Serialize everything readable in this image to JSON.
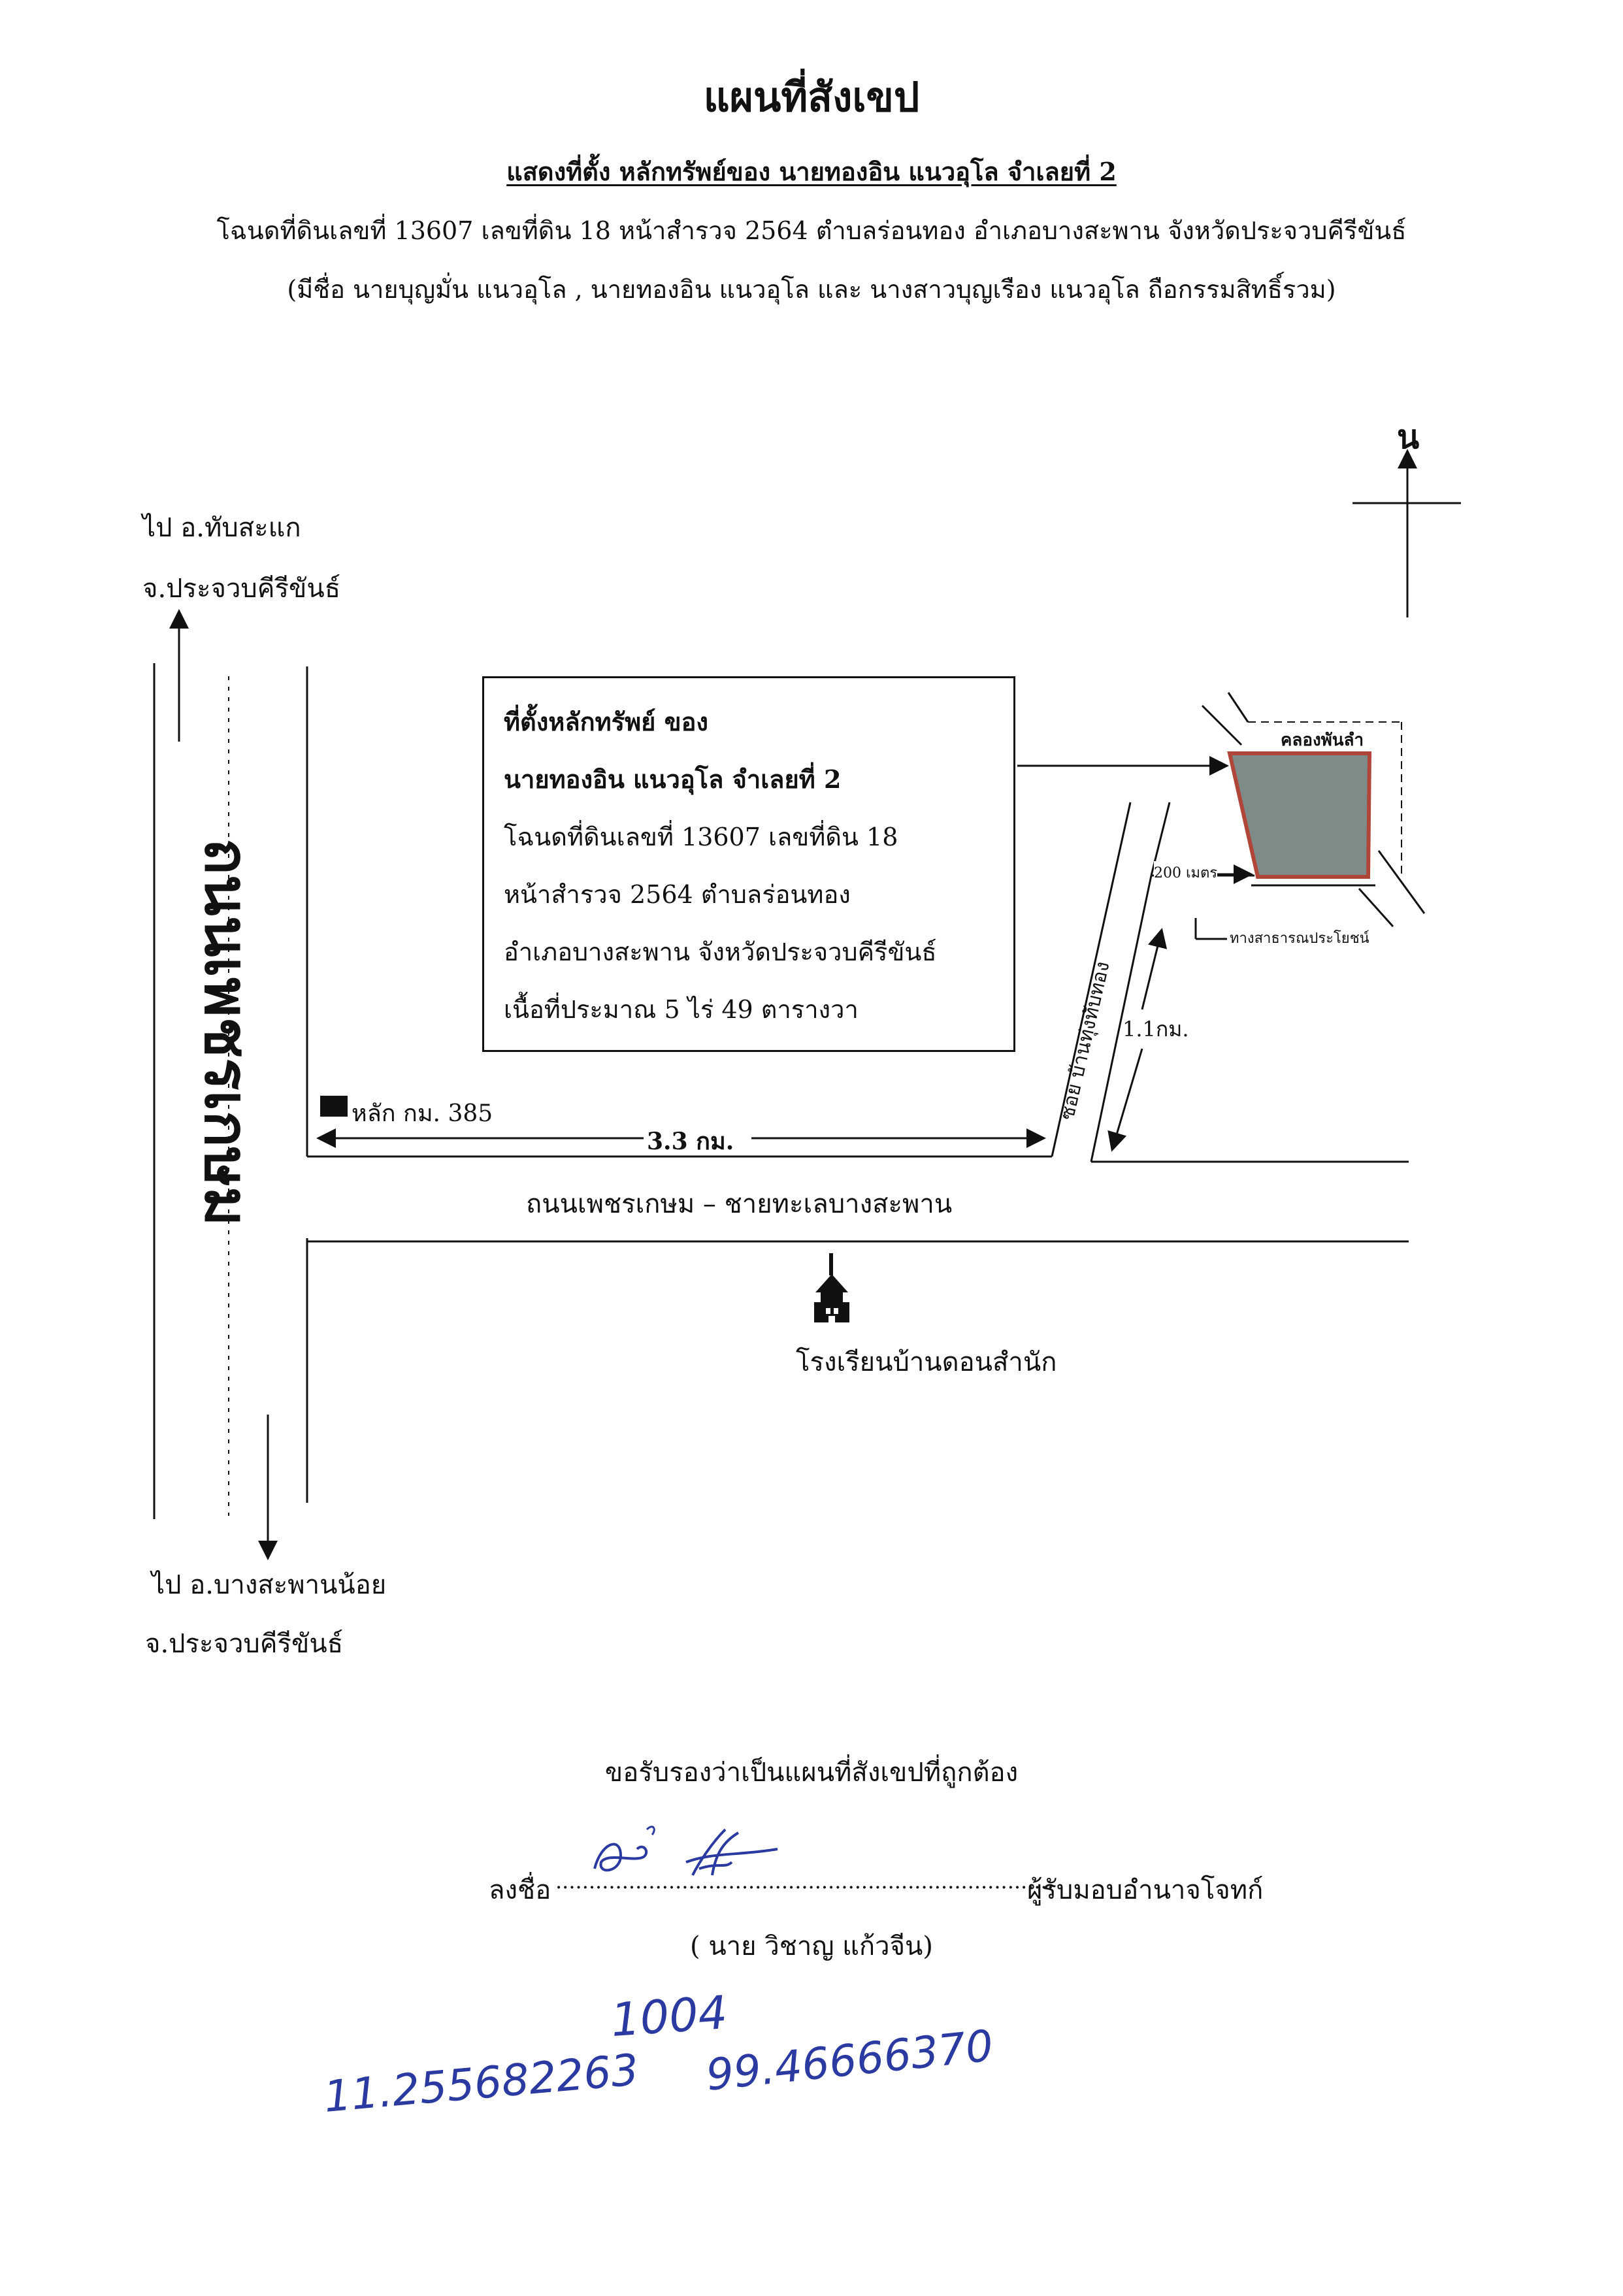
{
  "header": {
    "title": "แผนที่สังเขป",
    "subtitle": "แสดงที่ตั้ง  หลักทรัพย์ของ  นายทองอิน  แนวอุโล  จำเลยที่ 2",
    "deed_line": "โฉนดที่ดินเลขที่ 13607  เลขที่ดิน 18 หน้าสำรวจ 2564 ตำบลร่อนทอง  อำเภอบางสะพาน  จังหวัดประจวบคีรีขันธ์",
    "owners_line": "(มีชื่อ นายบุญมั่น แนวอุโล , นายทองอิน แนวอุโล และ นางสาวบุญเรือง แนวอุโล ถือกรรมสิทธิ์รวม)"
  },
  "map": {
    "north_label": "น",
    "to_north_1": "ไป อ.ทับสะแก",
    "to_north_2": "จ.ประจวบคีรีขันธ์",
    "to_south_1": "ไป อ.บางสะพานน้อย",
    "to_south_2": "จ.ประจวบคีรีขันธ์",
    "highway_name": "ถนนเพชรเกษม",
    "main_road_name": "ถนนเพชรเกษม – ชายทะเลบางสะพาน",
    "km_marker": "หลัก กม. 385",
    "distance_main": "3.3 กม.",
    "soi_name": "ซอย บ้านทุ่งทับทอง",
    "distance_soi": "1.1กม.",
    "canal_label": "คลองพันลำ",
    "distance_200": "200 เมตร",
    "public_way": "ทางสาธารณประโยชน์",
    "school_label": "โรงเรียนบ้านดอนสำนัก",
    "colors": {
      "parcel_fill": "#7d8c88",
      "parcel_border": "#b0463a",
      "ink": "#111111"
    },
    "icons": [
      "school-icon",
      "km-marker-icon",
      "north-arrow-icon"
    ]
  },
  "info_box": {
    "line1": "ที่ตั้งหลักทรัพย์  ของ",
    "line2": "นายทองอิน  แนวอุโล  จำเลยที่ 2",
    "line3": "โฉนดที่ดินเลขที่ 13607  เลขที่ดิน 18",
    "line4": "หน้าสำรวจ 2564 ตำบลร่อนทอง",
    "line5": "อำเภอบางสะพาน  จังหวัดประจวบคีรีขันธ์",
    "line6": "เนื้อที่ประมาณ 5 ไร่ 49 ตารางวา"
  },
  "certification": {
    "statement": "ขอรับรองว่าเป็นแผนที่สังเขปที่ถูกต้อง",
    "sign_prefix": "ลงชื่อ",
    "sign_dots": "...........................................................................",
    "sign_suffix": "ผู้รับมอบอำนาจโจทก์",
    "signer": "( นาย วิชาญ  แก้วจีน)"
  },
  "handwritten": {
    "number": "1004",
    "latitude": "11.255682263",
    "longitude": "99.46666370"
  }
}
